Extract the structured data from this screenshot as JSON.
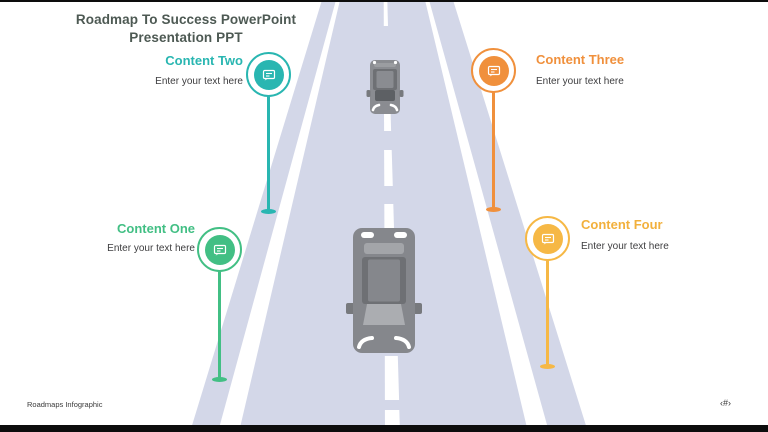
{
  "slide": {
    "title": "Roadmap To Success PowerPoint Presentation PPT",
    "footer": "Roadmaps Infographic",
    "slide_number": "‹#›"
  },
  "milestones": [
    {
      "label": "Content One",
      "description": "Enter your text here",
      "color": "#42bf84",
      "icon": "presentation-board-icon",
      "side": "left"
    },
    {
      "label": "Content Two",
      "description": "Enter your text here",
      "color": "#29b6b1",
      "icon": "presentation-board-icon",
      "side": "left"
    },
    {
      "label": "Content Three",
      "description": "Enter your text here",
      "color": "#f0903c",
      "icon": "presentation-board-icon",
      "side": "right"
    },
    {
      "label": "Content Four",
      "description": "Enter your text here",
      "color": "#f6b845",
      "icon": "presentation-board-icon",
      "side": "right"
    }
  ],
  "colors": {
    "teal": "#29b6b1",
    "green": "#42bf84",
    "orange": "#f0903c",
    "amber": "#f6b845",
    "title_text": "#4d5953",
    "body_text": "#3d3d3f",
    "road": "#d3d7e8",
    "lane_marking": "#ffffff",
    "car_body": "#85878c",
    "frame_bar": "#0d0d0d"
  }
}
